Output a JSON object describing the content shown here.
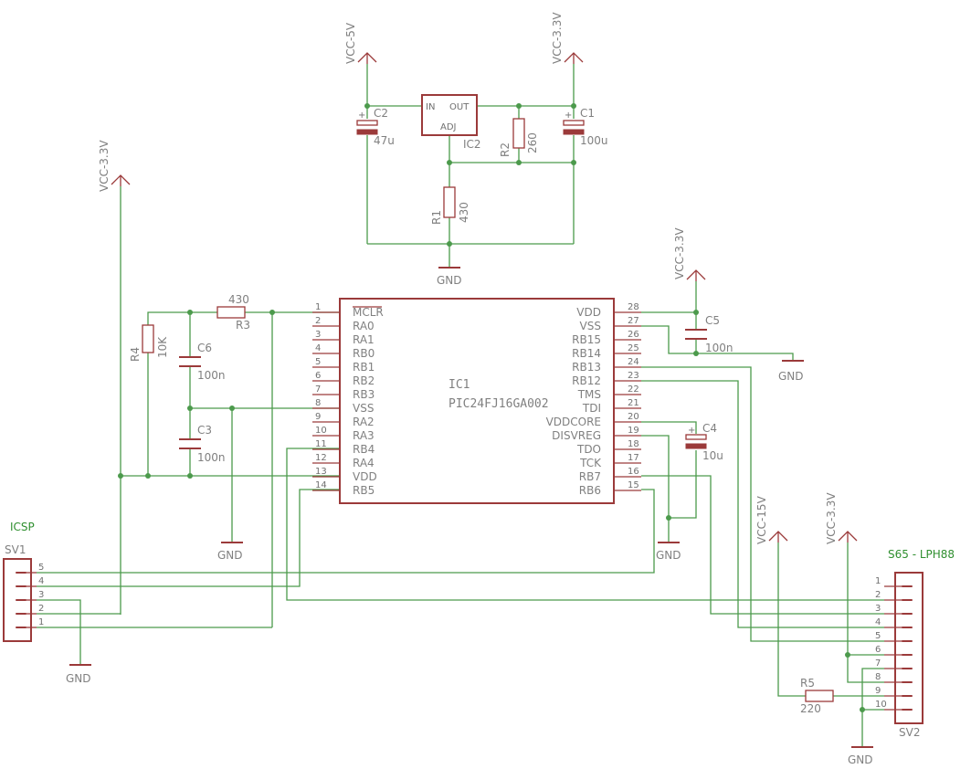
{
  "supplies": {
    "vcc5": "VCC-5V",
    "vcc33": "VCC-3.3V",
    "vcc15": "VCC-15V",
    "gnd": "GND"
  },
  "regulator": {
    "name": "IC2",
    "pin_in": "IN",
    "pin_out": "OUT",
    "pin_adj": "ADJ"
  },
  "passives": {
    "c1": {
      "name": "C1",
      "value": "100u"
    },
    "c2": {
      "name": "C2",
      "value": "47u"
    },
    "c3": {
      "name": "C3",
      "value": "100n"
    },
    "c4": {
      "name": "C4",
      "value": "10u"
    },
    "c5": {
      "name": "C5",
      "value": "100n"
    },
    "c6": {
      "name": "C6",
      "value": "100n"
    },
    "r1": {
      "name": "R1",
      "value": "430"
    },
    "r2": {
      "name": "R2",
      "value": "260"
    },
    "r3": {
      "name": "R3",
      "value": "430"
    },
    "r4": {
      "name": "R4",
      "value": "10K"
    },
    "r5": {
      "name": "R5",
      "value": "220"
    }
  },
  "mcu": {
    "name": "IC1",
    "part": "PIC24FJ16GA002",
    "left_pins": [
      {
        "num": "1",
        "name": "MCLR"
      },
      {
        "num": "2",
        "name": "RA0"
      },
      {
        "num": "3",
        "name": "RA1"
      },
      {
        "num": "4",
        "name": "RB0"
      },
      {
        "num": "5",
        "name": "RB1"
      },
      {
        "num": "6",
        "name": "RB2"
      },
      {
        "num": "7",
        "name": "RB3"
      },
      {
        "num": "8",
        "name": "VSS"
      },
      {
        "num": "9",
        "name": "RA2"
      },
      {
        "num": "10",
        "name": "RA3"
      },
      {
        "num": "11",
        "name": "RB4"
      },
      {
        "num": "12",
        "name": "RA4"
      },
      {
        "num": "13",
        "name": "VDD"
      },
      {
        "num": "14",
        "name": "RB5"
      }
    ],
    "right_pins": [
      {
        "num": "28",
        "name": "VDD"
      },
      {
        "num": "27",
        "name": "VSS"
      },
      {
        "num": "26",
        "name": "RB15"
      },
      {
        "num": "25",
        "name": "RB14"
      },
      {
        "num": "24",
        "name": "RB13"
      },
      {
        "num": "23",
        "name": "RB12"
      },
      {
        "num": "22",
        "name": "TMS"
      },
      {
        "num": "21",
        "name": "TDI"
      },
      {
        "num": "20",
        "name": "VDDCORE"
      },
      {
        "num": "19",
        "name": "DISVREG"
      },
      {
        "num": "18",
        "name": "TDO"
      },
      {
        "num": "17",
        "name": "TCK"
      },
      {
        "num": "16",
        "name": "RB7"
      },
      {
        "num": "15",
        "name": "RB6"
      }
    ]
  },
  "icsp": {
    "title": "ICSP",
    "name": "SV1",
    "pins": [
      "5",
      "4",
      "3",
      "2",
      "1"
    ]
  },
  "display": {
    "title": "S65 - LPH88",
    "name": "SV2",
    "pins": [
      "1",
      "2",
      "3",
      "4",
      "5",
      "6",
      "7",
      "8",
      "9",
      "10"
    ]
  }
}
